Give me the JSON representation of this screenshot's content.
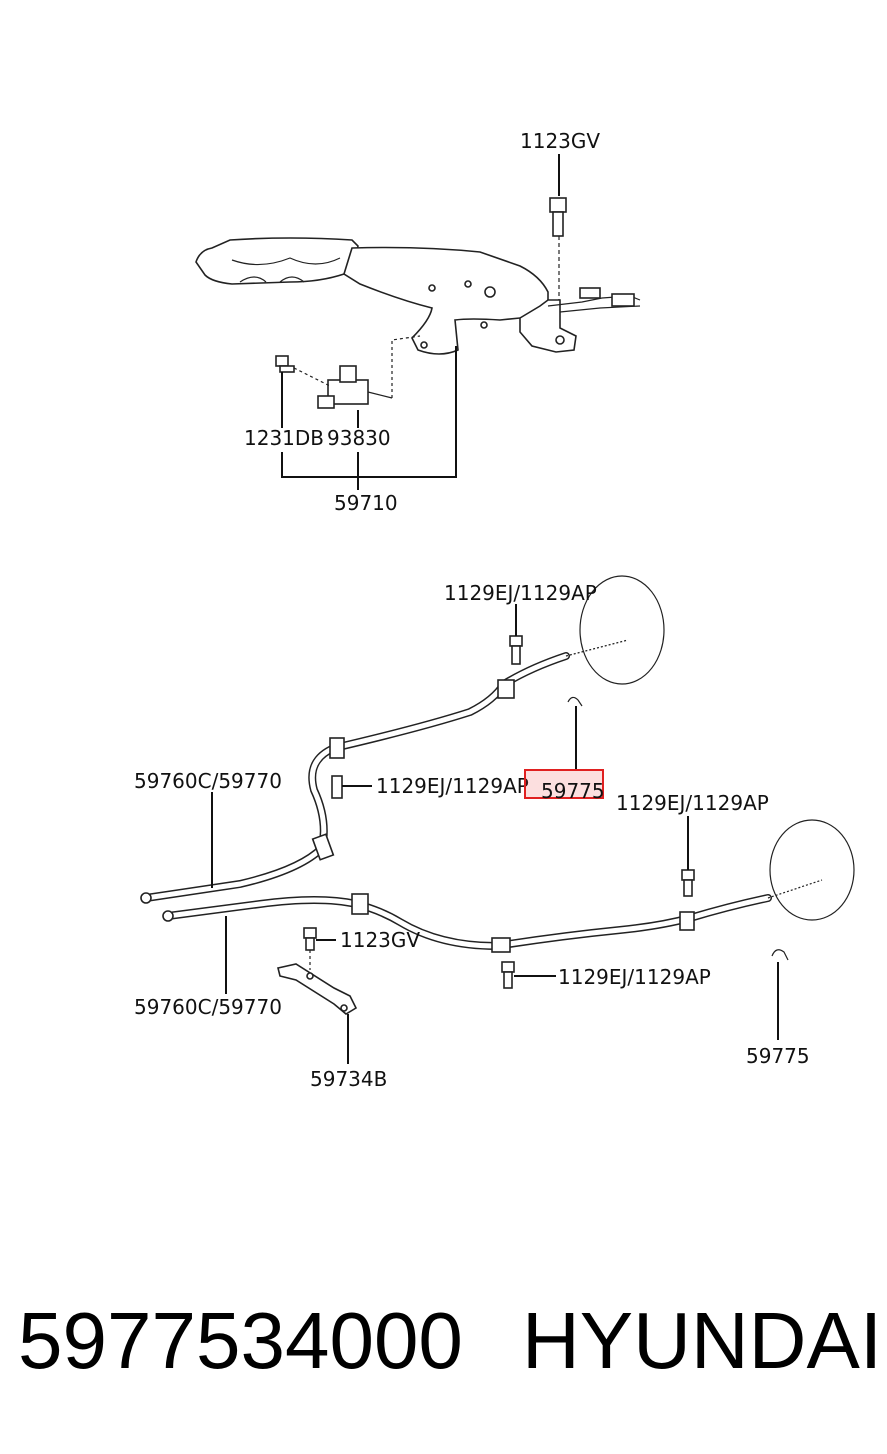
{
  "labels": {
    "bolt_top": "1123GV",
    "screw_left": "1231DB",
    "switch": "93830",
    "lever_assy": "59710",
    "bolt_1": "1129EJ/1129AP",
    "bolt_2": "1129EJ/1129AP",
    "bolt_3": "1129EJ/1129AP",
    "bolt_4": "1129EJ/1129AP",
    "cable_upper": "59760C/59770",
    "cable_lower": "59760C/59770",
    "clip_highlighted": "59775",
    "clip_right": "59775",
    "bolt_bracket": "1123GV",
    "bracket": "59734B"
  },
  "footer": {
    "part_number": "5977534000",
    "brand": "HYUNDAI"
  },
  "highlight_color": "#e02020"
}
